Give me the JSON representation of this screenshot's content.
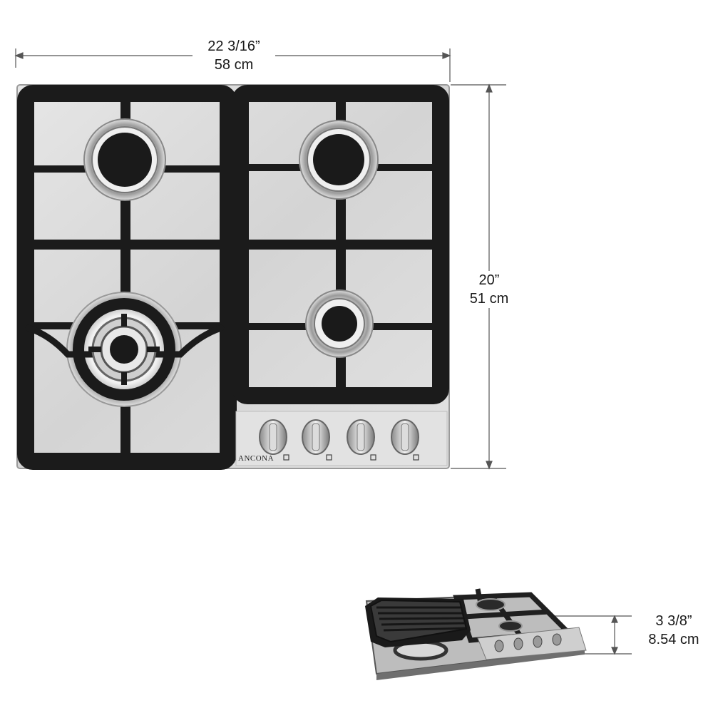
{
  "dimensions": {
    "width": {
      "imperial": "22 3/16”",
      "metric": "58 cm"
    },
    "depth": {
      "imperial": "20”",
      "metric": "51 cm"
    },
    "height": {
      "imperial": "3 3/8”",
      "metric": "8.54 cm"
    }
  },
  "product": {
    "brand": "ANCONA",
    "burners": 4,
    "knobs": 4
  },
  "colors": {
    "steel": "#d9d9d9",
    "grate": "#1b1b1b",
    "line": "#555555"
  }
}
